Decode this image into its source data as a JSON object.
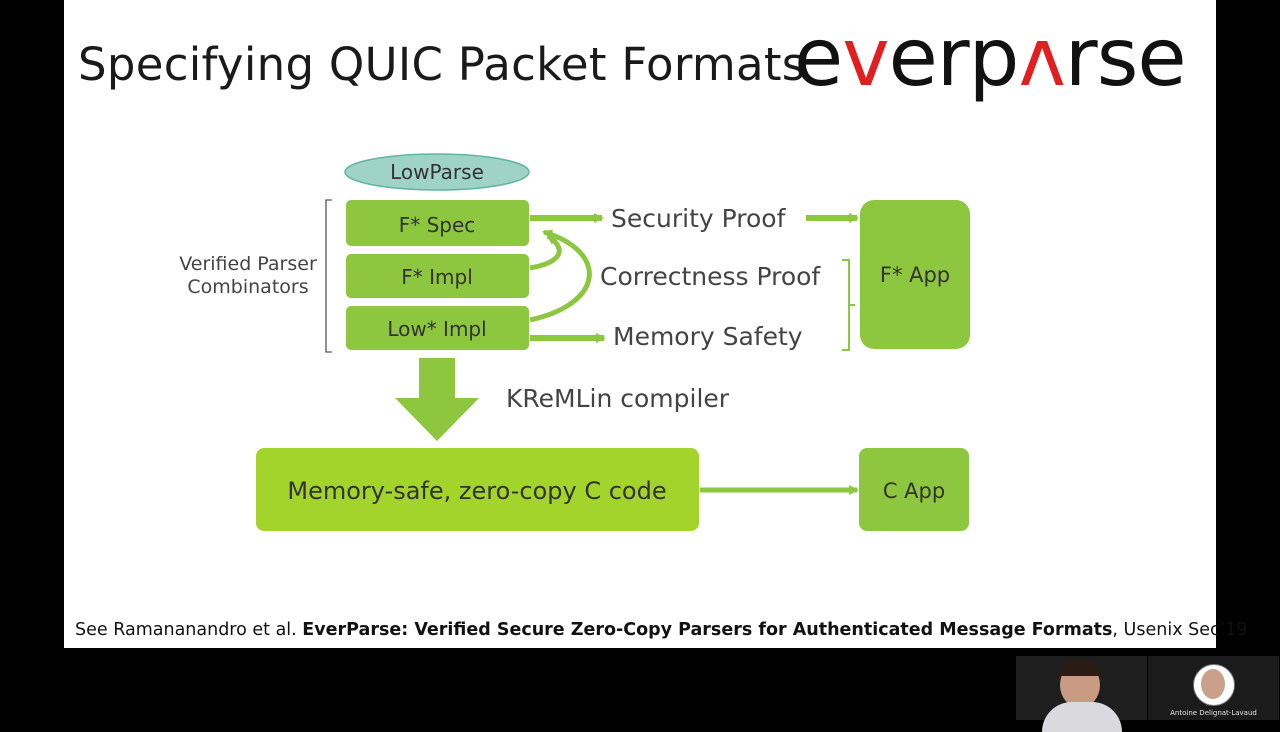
{
  "slide": {
    "title": "Specifying QUIC Packet Formats",
    "logo": {
      "part1": "e",
      "part2": "v",
      "part3": "erp",
      "part4": "ʌ",
      "part5": "rse"
    }
  },
  "diagram": {
    "lowparse_label": "LowParse",
    "side_label_line1": "Verified Parser",
    "side_label_line2": "Combinators",
    "box_fstar_spec": "F* Spec",
    "box_fstar_impl": "F* Impl",
    "box_low_impl": "Low* Impl",
    "security_proof": "Security Proof",
    "correctness_proof": "Correctness Proof",
    "memory_safety": "Memory Safety",
    "fstar_app": "F* App",
    "compiler_label": "KReMLin compiler",
    "c_code_box": "Memory-safe, zero-copy C code",
    "c_app": "C App"
  },
  "citation": {
    "prefix": "See Ramananandro et al. ",
    "title": "EverParse: Verified Secure Zero-Copy Parsers for Authenticated Message Formats",
    "suffix": ", Usenix Sec’19"
  },
  "participants": {
    "participant_name": "Antoine Delignat-Lavaud"
  },
  "colors": {
    "green": "#8dc63f",
    "lime": "#a3d42b",
    "lowparse_fill": "#9fd3c7",
    "logo_accent": "#e02020",
    "background": "#000000"
  }
}
